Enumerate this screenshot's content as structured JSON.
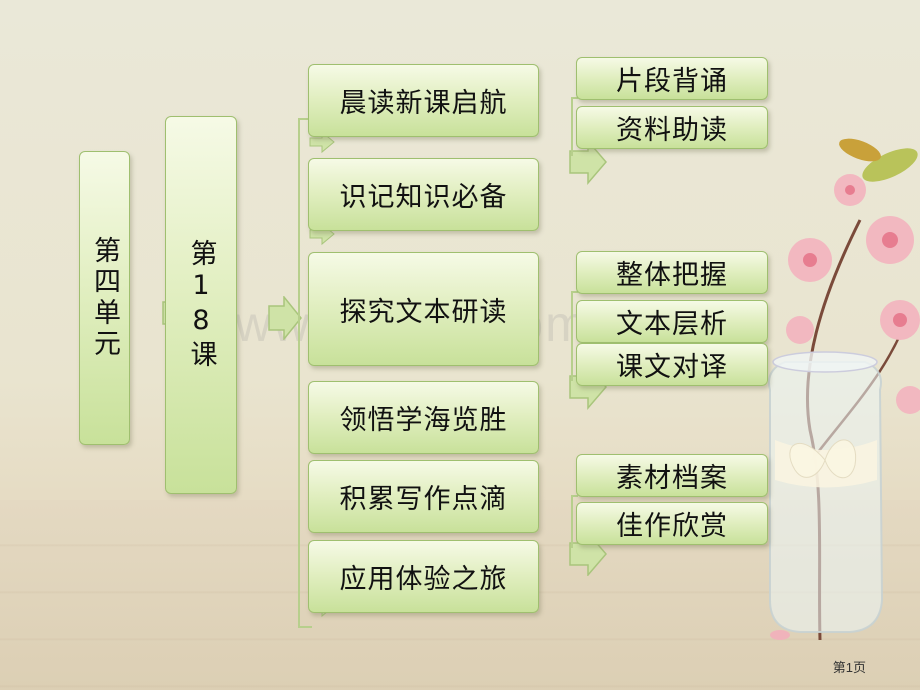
{
  "unit_label": "第四单元",
  "lesson_label": "第18课",
  "sections": [
    {
      "label": "晨读新课启航",
      "subs": [
        "片段背诵",
        "资料助读"
      ]
    },
    {
      "label": "识记知识必备",
      "subs": []
    },
    {
      "label": "探究文本研读",
      "subs": [
        "整体把握",
        "文本层析",
        "课文对译"
      ]
    },
    {
      "label": "领悟学海览胜",
      "subs": []
    },
    {
      "label": "积累写作点滴",
      "subs": [
        "素材档案",
        "佳作欣赏"
      ]
    },
    {
      "label": "应用体验之旅",
      "subs": []
    }
  ],
  "watermark": "www.zixin.com.cn",
  "page_number": "第1页",
  "colors": {
    "box_fill": "#e2efc2",
    "box_border": "#9fbf6f",
    "arrow": "#cfe3a7"
  }
}
